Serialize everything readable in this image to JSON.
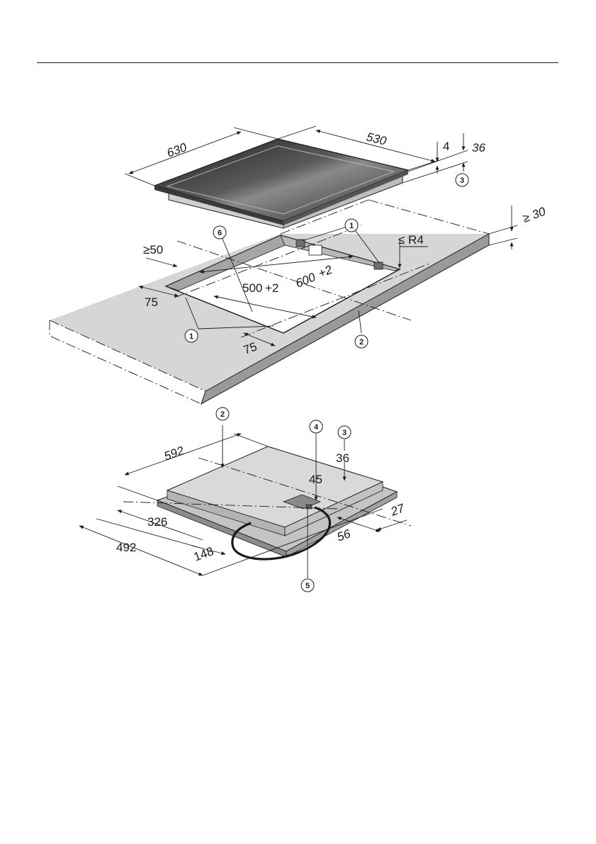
{
  "dimensions": {
    "hob_width": "630",
    "hob_depth": "530",
    "glass_thickness": "4",
    "hob_height": "36",
    "worktop_thickness_min": "≥ 30",
    "corner_radius_max": "≤ R4",
    "min_front_clearance": "≥50",
    "cutout_width": "600",
    "cutout_width_tol": "+2",
    "cutout_depth": "500",
    "cutout_depth_tol": "+2",
    "side_margin_left": "75",
    "side_margin_front": "75",
    "unit_width": "592",
    "unit_depth_total": "492",
    "unit_depth_part": "326",
    "unit_offset": "148",
    "connection_offset_a": "56",
    "connection_offset_b": "27",
    "connection_height": "45",
    "unit_height": "36"
  },
  "callouts": [
    "1",
    "2",
    "3",
    "4",
    "5",
    "6"
  ],
  "colors": {
    "glass_dark": "#2e2e2e",
    "glass_light": "#8a8a8a",
    "worktop_top": "#d6d6d6",
    "worktop_edge": "#9a9a9a",
    "line": "#1a1a1a"
  }
}
